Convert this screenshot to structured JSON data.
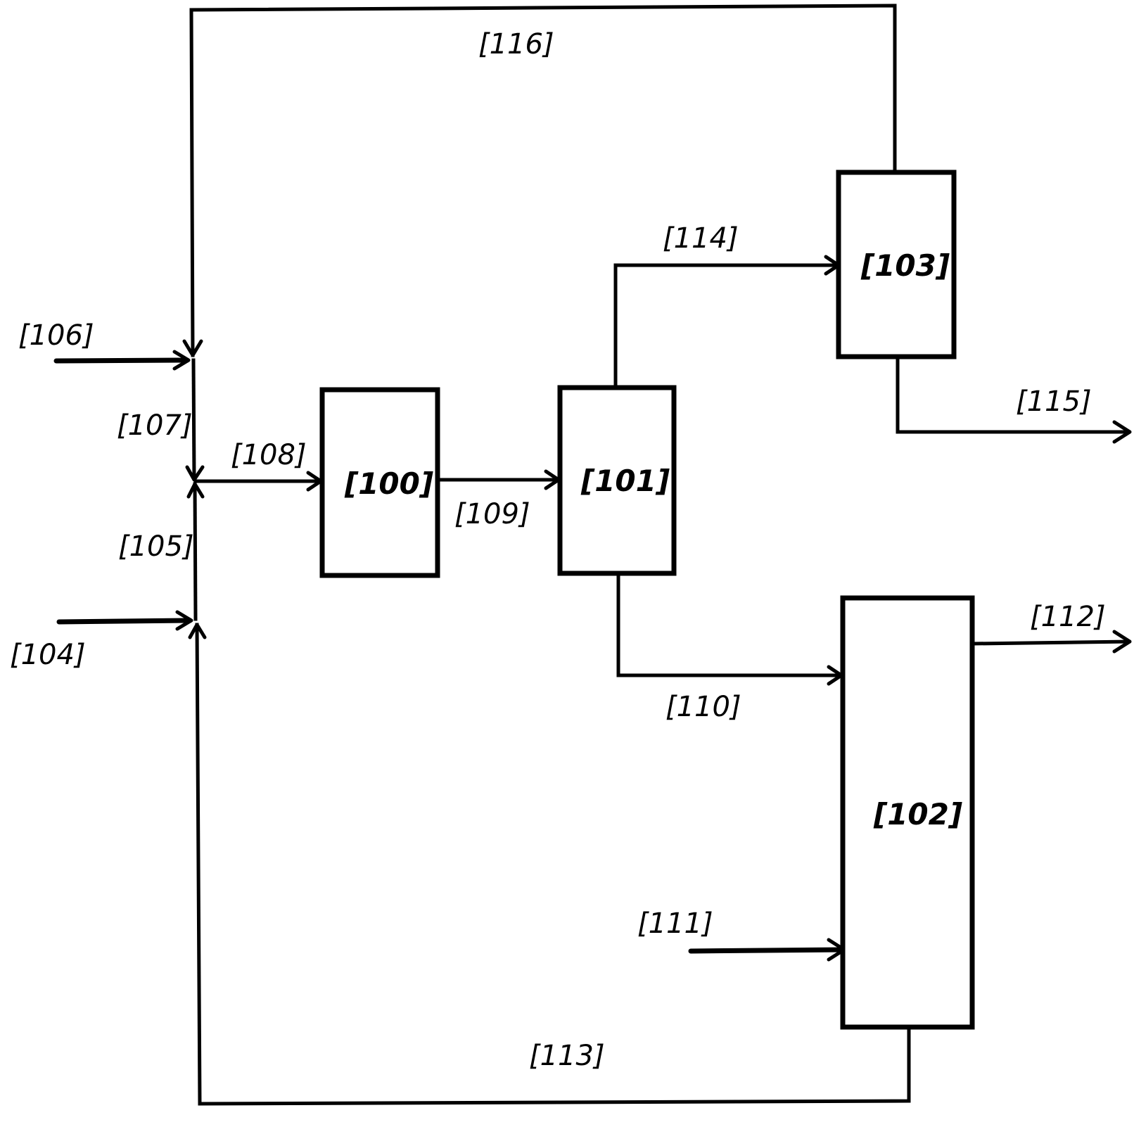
{
  "units": {
    "u100": "[100]",
    "u101": "[101]",
    "u102": "[102]",
    "u103": "[103]"
  },
  "streams": {
    "s104": "[104]",
    "s105": "[105]",
    "s106": "[106]",
    "s107": "[107]",
    "s108": "[108]",
    "s109": "[109]",
    "s110": "[110]",
    "s111": "[111]",
    "s112": "[112]",
    "s113": "[113]",
    "s114": "[114]",
    "s115": "[115]",
    "s116": "[116]"
  }
}
